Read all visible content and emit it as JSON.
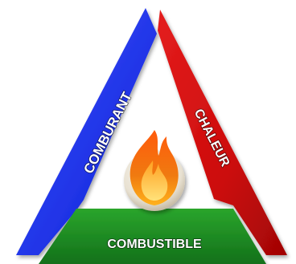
{
  "diagram": {
    "sides": {
      "left": {
        "label": "COMBURANT",
        "color": "#1f33e6"
      },
      "right": {
        "label": "CHALEUR",
        "color": "#cc0b0b"
      },
      "bottom": {
        "label": "COMBUSTIBLE",
        "color": "#18801c"
      }
    },
    "center_icon": "fire-icon",
    "colors": {
      "background": "#ffffff",
      "label_text": "#ffffff",
      "flame_outer": "#f07a10",
      "flame_inner": "#ffd04a",
      "orb": "#e8e1d2"
    }
  }
}
